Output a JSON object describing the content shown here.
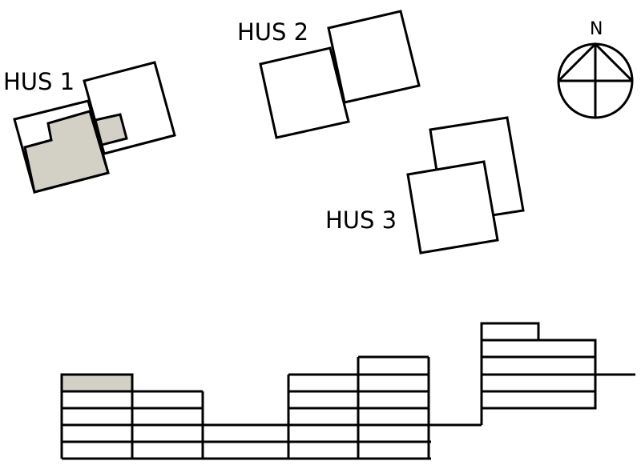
{
  "labels": {
    "hus1": "HUS 1",
    "hus2": "HUS 2",
    "hus3": "HUS 3",
    "north": "N"
  },
  "colors": {
    "highlight": "#d3d0c5",
    "line": "#000000",
    "background": "#ffffff"
  }
}
